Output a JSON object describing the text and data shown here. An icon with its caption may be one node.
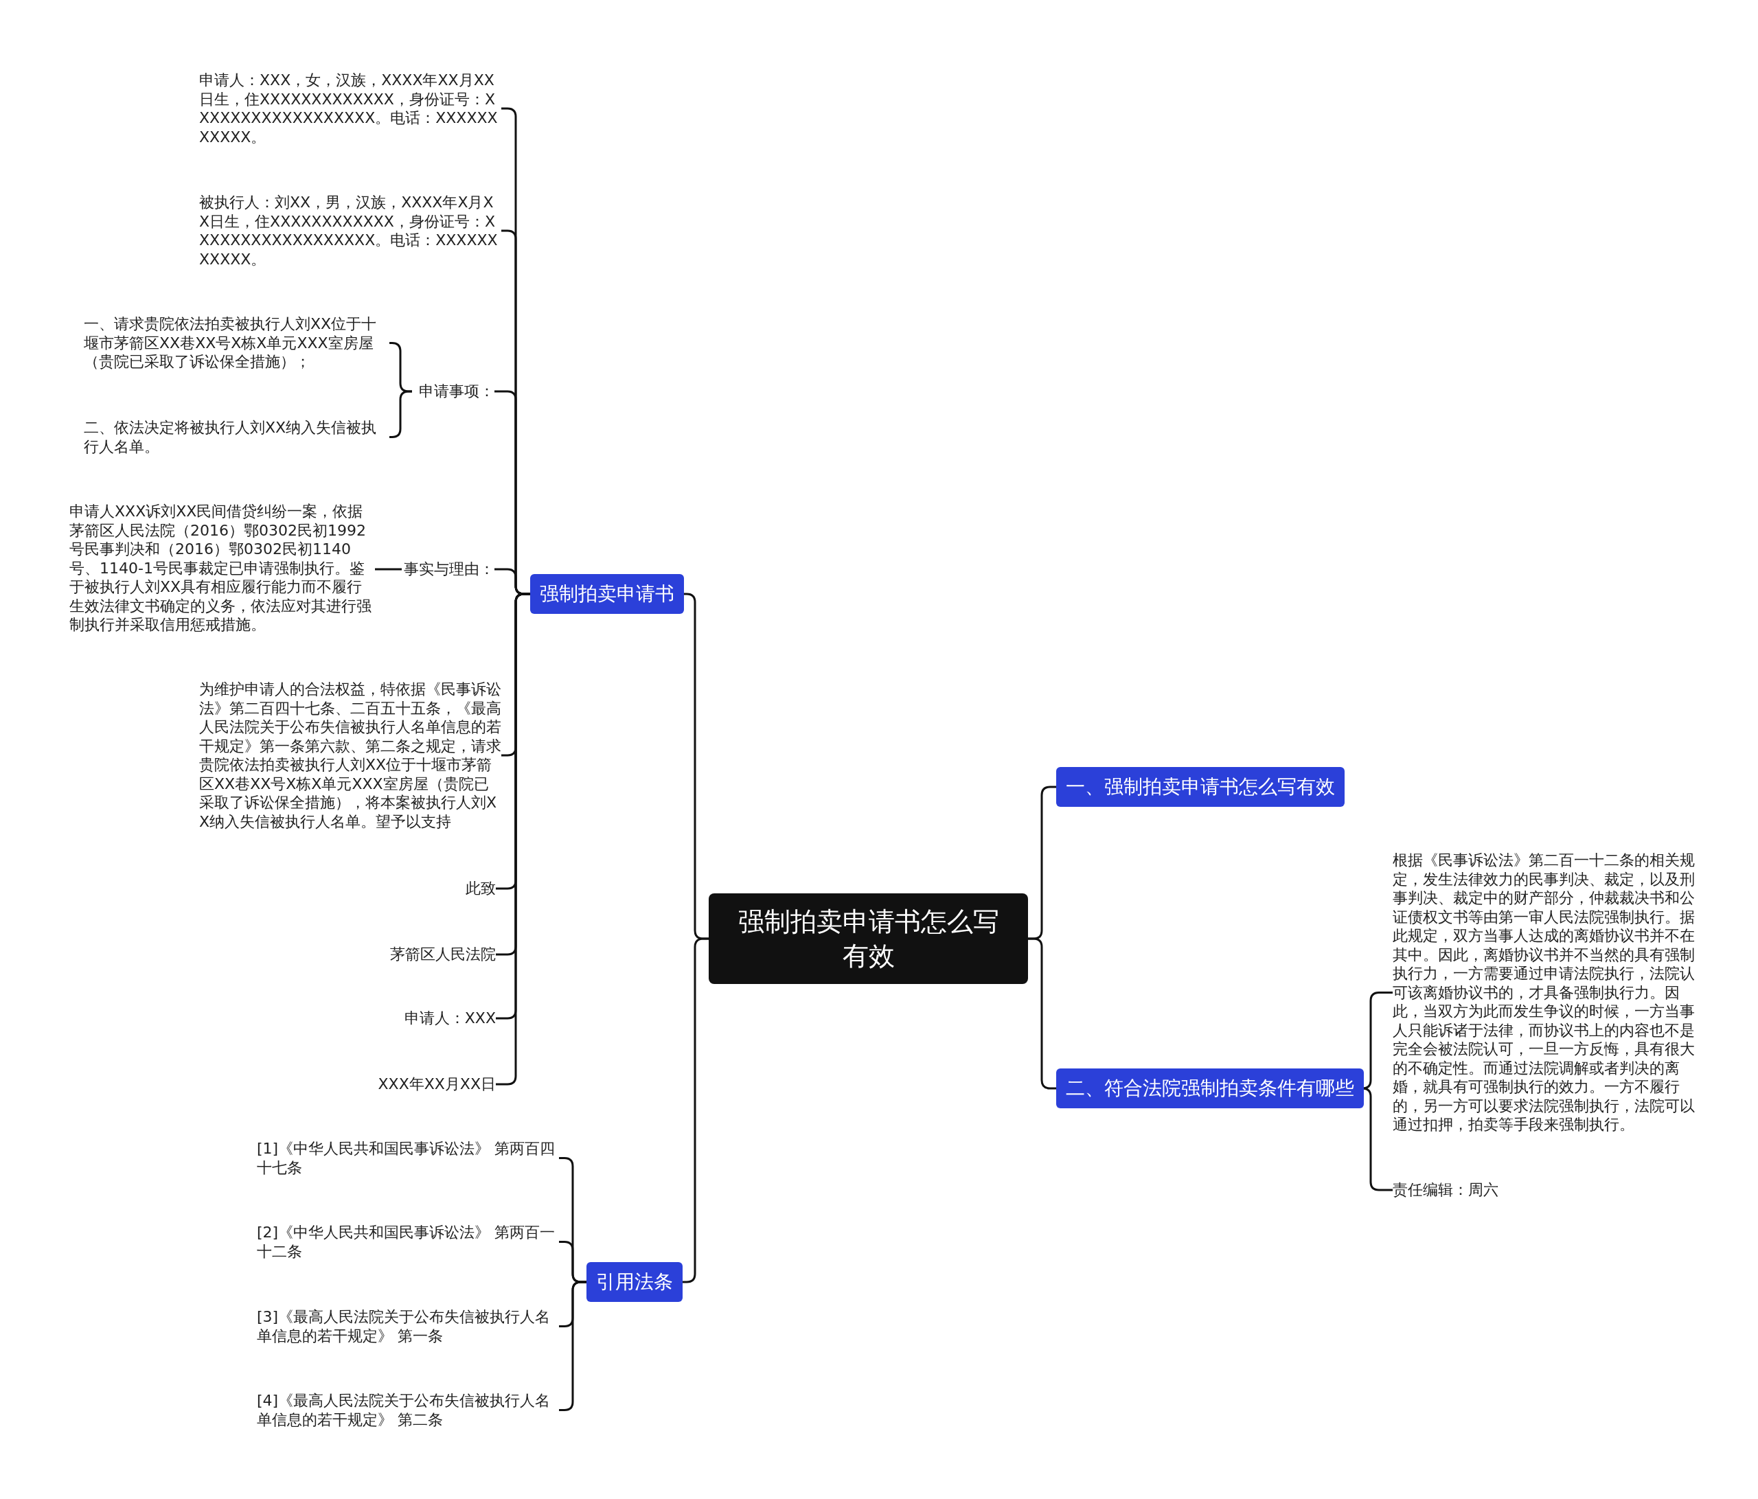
{
  "diagram": {
    "nodes": [
      {
        "text": [
          "强制拍卖申请书怎么写有效"
        ]
      },
      {
        "text": [
          "强制拍卖申请书"
        ]
      },
      {
        "text": [
          "申请人：XXX，女，汉族，XXXX年XX月XX日生，住XXXXXXXXXXXXX，身份证号：XXXXXXXXXXXXXXXXXX。电话：XXXXXXXXXXX。"
        ]
      },
      {
        "text": [
          "被执行人：刘XX，男，汉族，XXXX年X月XX日生，住XXXXXXXXXXXX，身份证号：XXXXXXXXXXXXXXXXXX。电话：XXXXXXXXXXX。"
        ]
      },
      {
        "text": [
          "申请事项："
        ]
      },
      {
        "text": [
          "一、请求贵院依法拍卖被执行人刘XX位于十堰市茅箭区XX巷XX号X栋X单元XXX室房屋（贵院已采取了诉讼保全措施）；"
        ]
      },
      {
        "text": [
          "二、依法决定将被执行人刘XX纳入失信被执行人名单。"
        ]
      },
      {
        "text": [
          "事实与理由："
        ]
      },
      {
        "text": [
          "申请人XXX诉刘XX民间借贷纠纷一案，依据茅箭区人民法院（2016）鄂0302民初1992号民事判决和（2016）鄂0302民初1140号、1140-1号民事裁定已申请强制执行。鉴于被执行人刘XX具有相应履行能力而不履行生效法律文书确定的义务，依法应对其进行强制执行并采取信用惩戒措施。"
        ]
      },
      {
        "text": [
          "为维护申请人的合法权益，特依据《民事诉讼法》第二百四十七条、二百五十五条，《最高人民法院关于公布失信被执行人名单信息的若干规定》第一条第六款、第二条之规定，请求贵院依法拍卖被执行人刘XX位于十堰市茅箭区XX巷XX号X栋X单元XXX室房屋（贵院已采取了诉讼保全措施），将本案被执行人刘XX纳入失信被执行人名单。望予以支持"
        ]
      },
      {
        "text": [
          "此致"
        ]
      },
      {
        "text": [
          "茅箭区人民法院"
        ]
      },
      {
        "text": [
          "申请人：XXX"
        ]
      },
      {
        "text": [
          "XXX年XX月XX日"
        ]
      },
      {
        "text": [
          "引用法条"
        ]
      },
      {
        "text": [
          "[1]《中华人民共和国民事诉讼法》 第两百四十七条"
        ]
      },
      {
        "text": [
          "[2]《中华人民共和国民事诉讼法》 第两百一十二条"
        ]
      },
      {
        "text": [
          "[3]《最高人民法院关于公布失信被执行人名单信息的若干规定》 第一条"
        ]
      },
      {
        "text": [
          "[4]《最高人民法院关于公布失信被执行人名单信息的若干规定》 第二条"
        ]
      },
      {
        "text": [
          "一、强制拍卖申请书怎么写有效"
        ]
      },
      {
        "text": [
          "二、符合法院强制拍卖条件有哪些"
        ]
      },
      {
        "text": [
          "根据《民事诉讼法》第二百一十二条的相关规定，发生法律效力的民事判决、裁定，以及刑事判决、裁定中的财产部分，仲裁裁决书和公证债权文书等由第一审人民法院强制执行。据此规定，双方当事人达成的离婚协议书并不在其中。因此，离婚协议书并不当然的具有强制执行力，一方需要通过申请法院执行，法院认可该离婚协议书的，才具备强制执行力。因此，当双方为此而发生争议的时候，一方当事人只能诉诸于法律，而协议书上的内容也不是完全会被法院认可，一旦一方反悔，具有很大的不确定性。而通过法院调解或者判决的离婚，就具有可强制执行的效力。一方不履行的，另一方可以要求法院强制执行，法院可以通过扣押，拍卖等手段来强制执行。"
        ]
      },
      {
        "text": [
          "责任编辑：周六"
        ]
      }
    ],
    "edges": [
      {
        "from": 0,
        "to": 1,
        "arrow": "none"
      },
      {
        "from": 1,
        "to": 2,
        "arrow": "none"
      },
      {
        "from": 1,
        "to": 3,
        "arrow": "none"
      },
      {
        "from": 1,
        "to": 4,
        "arrow": "none"
      },
      {
        "from": 4,
        "to": 5,
        "arrow": "none"
      },
      {
        "from": 4,
        "to": 6,
        "arrow": "none"
      },
      {
        "from": 1,
        "to": 7,
        "arrow": "none"
      },
      {
        "from": 7,
        "to": 8,
        "arrow": "none"
      },
      {
        "from": 1,
        "to": 9,
        "arrow": "none"
      },
      {
        "from": 1,
        "to": 10,
        "arrow": "none"
      },
      {
        "from": 1,
        "to": 11,
        "arrow": "none"
      },
      {
        "from": 1,
        "to": 12,
        "arrow": "none"
      },
      {
        "from": 1,
        "to": 13,
        "arrow": "none"
      },
      {
        "from": 0,
        "to": 14,
        "arrow": "none"
      },
      {
        "from": 14,
        "to": 15,
        "arrow": "none"
      },
      {
        "from": 14,
        "to": 16,
        "arrow": "none"
      },
      {
        "from": 14,
        "to": 17,
        "arrow": "none"
      },
      {
        "from": 14,
        "to": 18,
        "arrow": "none"
      },
      {
        "from": 0,
        "to": 19,
        "arrow": "none"
      },
      {
        "from": 0,
        "to": 20,
        "arrow": "none"
      },
      {
        "from": 20,
        "to": 21,
        "arrow": "none"
      },
      {
        "from": 20,
        "to": 22,
        "arrow": "none"
      }
    ]
  }
}
